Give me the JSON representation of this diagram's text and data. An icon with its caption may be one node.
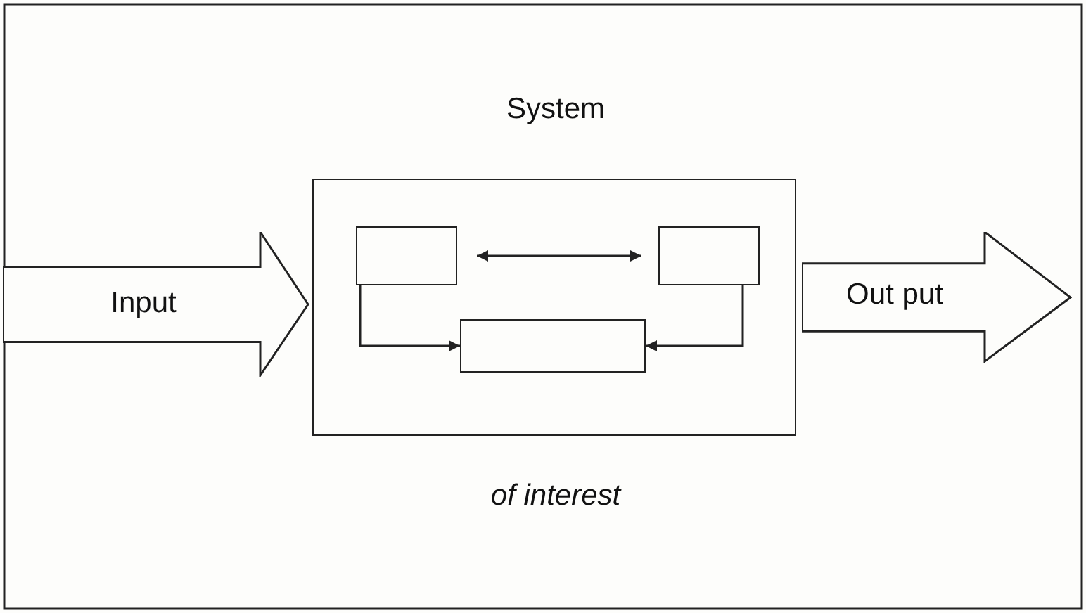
{
  "diagram": {
    "nodes": [
      {
        "text": [
          "Input"
        ]
      },
      {
        "text": [
          "System",
          "of interest"
        ]
      },
      {
        "text": [],
        "shape": "box",
        "in": 1
      },
      {
        "text": [],
        "shape": "box",
        "in": 1
      },
      {
        "text": [],
        "shape": "box",
        "in": 1
      },
      {
        "text": [
          "Out put"
        ]
      }
    ],
    "edges": [
      {
        "from": 2,
        "to": 3,
        "arrow": "both"
      },
      {
        "from": 2,
        "to": 4,
        "arrow": "to"
      },
      {
        "from": 3,
        "to": 4,
        "arrow": "to"
      }
    ]
  }
}
